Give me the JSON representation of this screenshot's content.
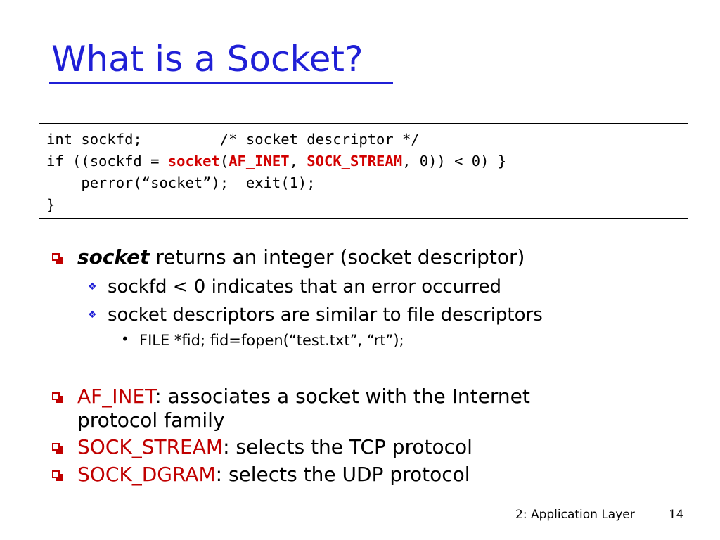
{
  "slide": {
    "title": "What is a Socket?",
    "code": {
      "line1_a": "int sockfd;",
      "line1_b": "/* socket descriptor */",
      "line2_a": "if ((sockfd = ",
      "line2_fn": "socket",
      "line2_paren": "(",
      "line2_arg1": "AF_INET",
      "line2_sep": ", ",
      "line2_arg2": "SOCK_STREAM",
      "line2_rest": ", 0)) < 0) }",
      "line3": "perror(“socket”);  exit(1);",
      "line4": "}"
    },
    "bullets": {
      "b1_kw": "socket",
      "b1_text": " returns an integer (socket descriptor)",
      "b1_sub1": "sockfd < 0 indicates that an error occurred",
      "b1_sub2": "socket descriptors are similar to file descriptors",
      "b1_sub2_sub1": "FILE *fid;   fid=fopen(“test.txt”, “rt”);",
      "b2_kw": "AF_INET",
      "b2_text": ": associates a socket with the Internet",
      "b2_text_cont": "protocol family",
      "b3_kw": "SOCK_STREAM",
      "b3_text": ": selects the TCP protocol",
      "b4_kw": "SOCK_DGRAM",
      "b4_text": ": selects the UDP protocol"
    },
    "footer": {
      "section": "2: Application Layer",
      "page": "14"
    }
  },
  "colors": {
    "title": "#1f1fd6",
    "keyword": "#c00000",
    "code_keyword": "#d20000"
  }
}
